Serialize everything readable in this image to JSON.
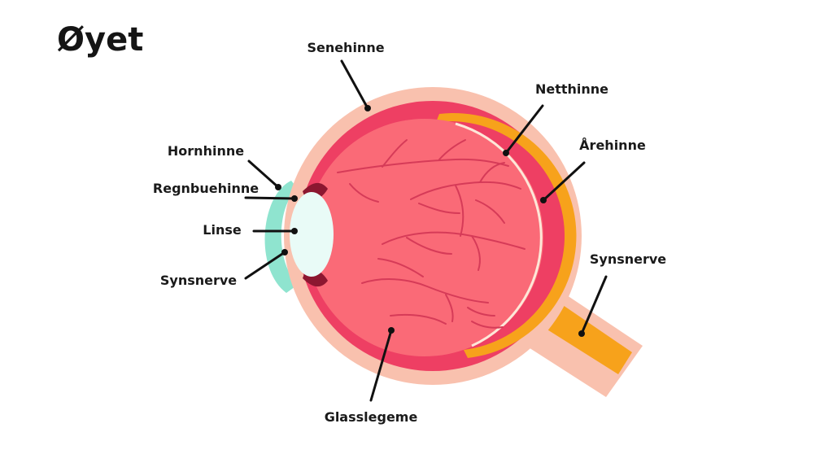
{
  "title": "Øyet",
  "labels": {
    "senehinne": "Senehinne",
    "netthinne": "Netthinne",
    "arehinne": "Årehinne",
    "hornhinne": "Hornhinne",
    "regnbuehinne": "Regnbuehinne",
    "linse": "Linse",
    "synsnerve_left": "Synsnerve",
    "synsnerve_right": "Synsnerve",
    "glasslegeme": "Glasslegeme"
  },
  "colors": {
    "outer_sclera": "#f9c1ae",
    "choroid": "#ee3f63",
    "vitreous": "#fa6a77",
    "retina_layer": "#f7a21b",
    "retina_edge": "#fde7d8",
    "cornea": "#8fe4cf",
    "lens": "#e9fbf7",
    "iris": "#8c1730"
  }
}
